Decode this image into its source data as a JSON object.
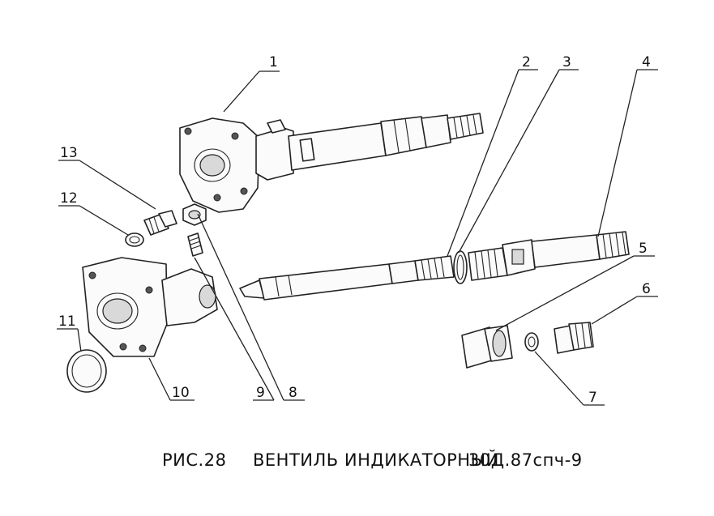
{
  "caption": {
    "figure": "РИС.28",
    "title": "ВЕНТИЛЬ ИНДИКАТОРНЫЙ",
    "code": "30Д.87спч-9"
  },
  "callouts": [
    "1",
    "2",
    "3",
    "4",
    "5",
    "6",
    "7",
    "8",
    "9",
    "10",
    "11",
    "12",
    "13"
  ]
}
